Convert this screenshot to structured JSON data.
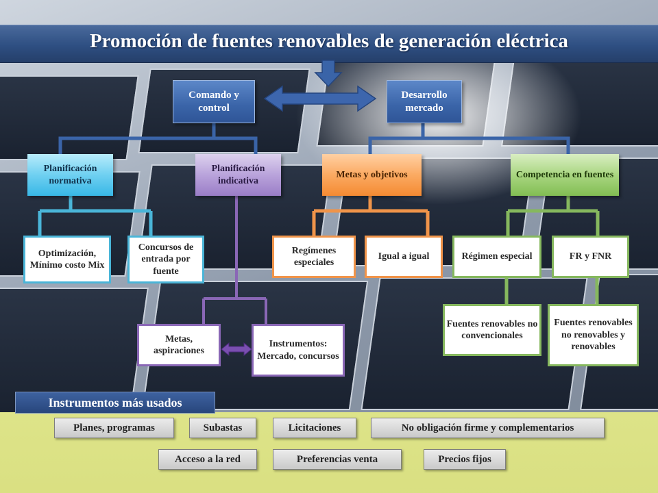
{
  "title": "Promoción de fuentes renovables de generación eléctrica",
  "top_nodes": {
    "comando": "Comando y control",
    "desarrollo": "Desarrollo mercado"
  },
  "level2": {
    "planificacion_normativa": "Planificación normativa",
    "planificacion_indicativa": "Planificación indicativa",
    "metas_objetivos": "Metas y objetivos",
    "competencia_fuentes": "Competencia en fuentes"
  },
  "level3": {
    "optimizacion": "Optimización, Mínimo costo Mix",
    "concursos": "Concursos de entrada por fuente",
    "regimenes": "Regímenes especiales",
    "igual": "Igual a igual",
    "regimen_especial": "Régimen especial",
    "fr_fnr": "FR y FNR"
  },
  "level4": {
    "metas_aspiraciones": "Metas, aspiraciones",
    "instrumentos": "Instrumentos: Mercado, concursos",
    "fuentes_no_conv": "Fuentes renovables no convencionales",
    "fuentes_no_renov": "Fuentes renovables no renovables y renovables"
  },
  "instrumentos_title": "Instrumentos más usados",
  "chips": {
    "planes": "Planes, programas",
    "subastas": "Subastas",
    "licitaciones": "Licitaciones",
    "no_obligacion": "No obligación firme y complementarios",
    "acceso": "Acceso a la red",
    "preferencias": "Preferencias venta",
    "precios": "Precios fijos"
  },
  "colors": {
    "title_bar": "#2e4f82",
    "blue_node": "#3a64a8",
    "cyan": "#38b7e6",
    "purple": "#8a67b6",
    "orange": "#f0944a",
    "green": "#86b85e",
    "bottom_band": "#e2e887"
  },
  "icons": {
    "down_arrow": "down-arrow-icon",
    "double_arrow": "double-arrow-icon"
  }
}
